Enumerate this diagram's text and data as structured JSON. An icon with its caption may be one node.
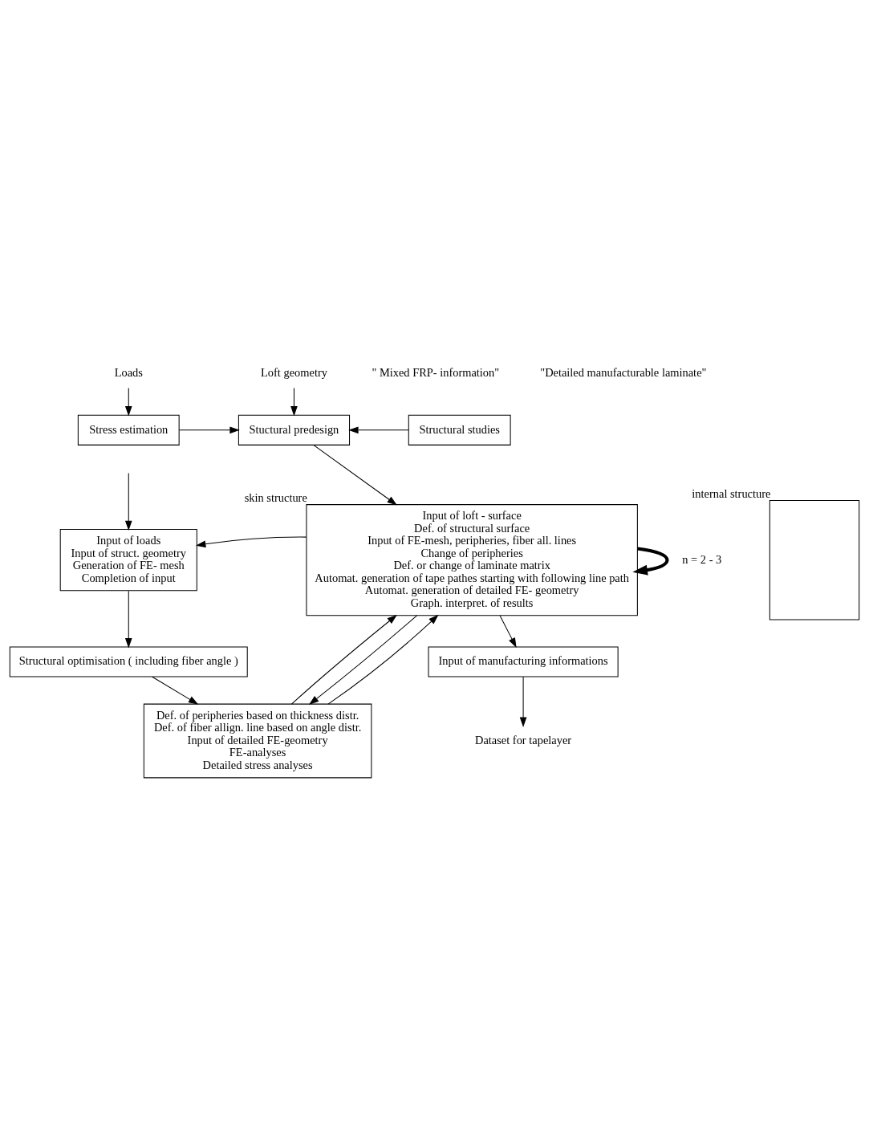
{
  "diagram": {
    "nodes": [
      {
        "text": [
          "Loads"
        ]
      },
      {
        "text": [
          "Loft geometry"
        ]
      },
      {
        "text": [
          "Stress estimation"
        ]
      },
      {
        "text": [
          "Stuctural predesign"
        ]
      },
      {
        "text": [
          "Structural studies"
        ]
      },
      {
        "text": [
          "Input of loads",
          "Input of struct. geometry",
          "Generation of FE- mesh",
          "Completion of input"
        ]
      },
      {
        "text": [
          "Input of loft - surface",
          "Def. of structural surface",
          "Input of FE-mesh, peripheries, fiber all. lines",
          "Change of peripheries",
          "Def. or change of laminate matrix",
          "Automat. generation of tape pathes starting with following line path",
          "Automat. generation of detailed FE- geometry",
          "Graph. interpret. of results"
        ],
        "beside": [
          "skin structure"
        ]
      },
      {
        "text": [],
        "shape": "box",
        "beside": [
          "internal structure"
        ]
      },
      {
        "text": [
          "Structural optimisation ( including fiber angle )"
        ]
      },
      {
        "text": [
          "Def. of peripheries based on thickness distr.",
          "Def. of fiber allign. line based on angle distr.",
          "Input of detailed FE-geometry",
          "FE-analyses",
          "Detailed stress analyses"
        ]
      },
      {
        "text": [
          "Input of manufacturing informations"
        ]
      },
      {
        "text": [
          "Dataset for tapelayer"
        ]
      }
    ],
    "edges": [
      {
        "from": 0,
        "to": 2,
        "arrow": "to"
      },
      {
        "from": 1,
        "to": 3,
        "arrow": "to"
      },
      {
        "from": 2,
        "to": 3,
        "arrow": "to"
      },
      {
        "from": 4,
        "to": 3,
        "arrow": "to"
      },
      {
        "from": 3,
        "to": 6,
        "arrow": "to"
      },
      {
        "from": null,
        "to": 5,
        "arrow": "to"
      },
      {
        "from": 6,
        "to": 5,
        "arrow": "to"
      },
      {
        "from": 5,
        "to": 8,
        "arrow": "to"
      },
      {
        "from": 8,
        "to": 9,
        "arrow": "to"
      },
      {
        "from": 9,
        "to": 6,
        "arrow": "to"
      },
      {
        "from": 6,
        "to": 9,
        "arrow": "to"
      },
      {
        "from": 9,
        "to": 6,
        "arrow": "to"
      },
      {
        "from": 6,
        "to": 6,
        "arrow": "to",
        "style": "thick",
        "label": "n = 2 - 3"
      },
      {
        "from": 6,
        "to": 10,
        "arrow": "to"
      },
      {
        "from": 10,
        "to": 11,
        "arrow": "to"
      }
    ],
    "legend": [
      {
        "text": "\" Mixed FRP- information\""
      },
      {
        "text": "\"Detailed manufacturable laminate\""
      }
    ]
  }
}
